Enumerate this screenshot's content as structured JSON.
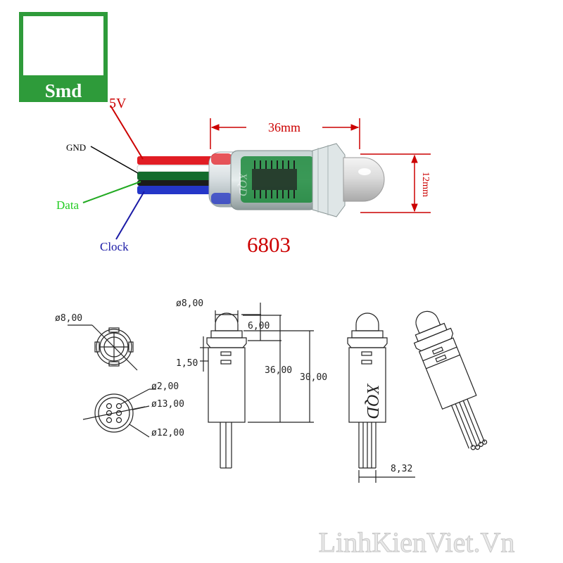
{
  "logo": {
    "text": "Smd",
    "bg_color": "#2e9b3a",
    "fg_color": "#ffffff"
  },
  "photo": {
    "wire_labels": {
      "v5": "5V",
      "gnd": "GND",
      "data": "Data",
      "clock": "Clock"
    },
    "wire_label_colors": {
      "v5": "#cc0000",
      "gnd": "#000000",
      "data": "#22cc22",
      "clock": "#1a1aa6"
    },
    "length_dim": "36mm",
    "diameter_dim": "12mm",
    "model": "6803",
    "dim_color": "#cc0000",
    "housing_brand": "XQD"
  },
  "drawing": {
    "top_view_dia": "ø8,00",
    "bottom_pin_dia": "ø2,00",
    "bottom_outer_dia": "ø13,00",
    "bottom_inner_dia": "ø12,00",
    "front_top_dia": "ø8,00",
    "front_cap_height": "6,00",
    "front_total": "36,00",
    "front_body": "30,00",
    "front_step": "1,50",
    "side_brand": "XQD",
    "side_pin_width": "8,32",
    "line_color": "#222222"
  },
  "watermark": {
    "text": "LinhKienViet.Vn"
  }
}
